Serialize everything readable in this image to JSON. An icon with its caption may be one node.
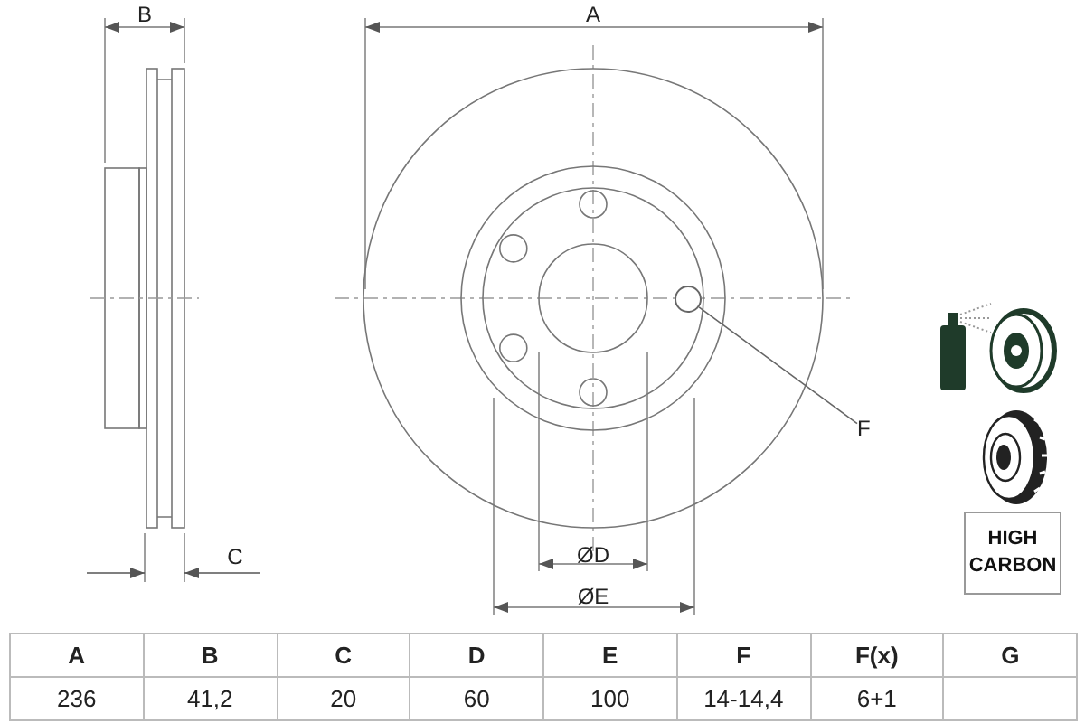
{
  "diagram": {
    "nodes": [
      {
        "text": [
          "F"
        ]
      },
      {
        "text": [],
        "shape": "circle"
      },
      {
        "text": [
          "HIGH CARBON"
        ]
      }
    ],
    "edges": [
      {
        "from": 0,
        "to": 1,
        "arrow": "none"
      }
    ],
    "labels": [
      "B",
      "A",
      "C",
      "ØD",
      "ØE",
      "A",
      "B",
      "C",
      "D",
      "E",
      "F",
      "F(x)",
      "G",
      "236",
      "41,2",
      "20",
      "60",
      "100",
      "14-14,4",
      "6+1"
    ]
  }
}
